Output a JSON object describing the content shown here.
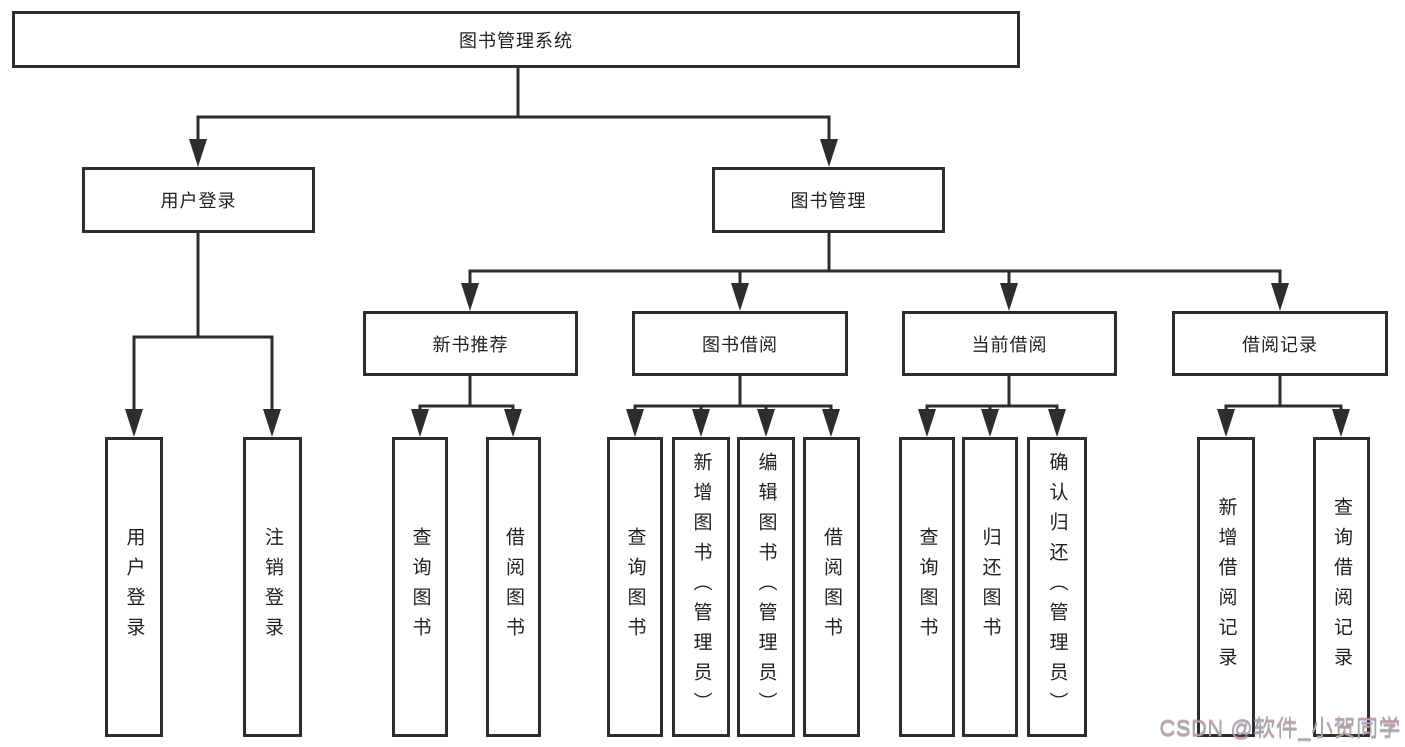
{
  "diagram": {
    "nodes": {
      "root": "图书管理系统",
      "user_login": "用户登录",
      "book_mgmt": "图书管理",
      "new_rec": "新书推荐",
      "book_borrow": "图书借阅",
      "cur_borrow": "当前借阅",
      "borrow_log": "借阅记录",
      "leaf_login": "用户登录",
      "leaf_logout": "注销登录",
      "rec_query": "查询图书",
      "rec_borrow": "借阅图书",
      "bor_query": "查询图书",
      "bor_add": "新增图书（管理员）",
      "bor_edit": "编辑图书（管理员）",
      "bor_borrow": "借阅图书",
      "cur_query": "查询图书",
      "cur_return": "归还图书",
      "cur_confirm": "确认归还（管理员）",
      "log_add": "新增借阅记录",
      "log_query": "查询借阅记录"
    },
    "colors": {
      "line": "#2d2d2d",
      "box_border": "#2d2d2d",
      "box_fill": "#ffffff",
      "text": "#1f1f1f",
      "watermark": "#a8a8a8"
    }
  },
  "watermark": "CSDN @软件_小贺同学"
}
